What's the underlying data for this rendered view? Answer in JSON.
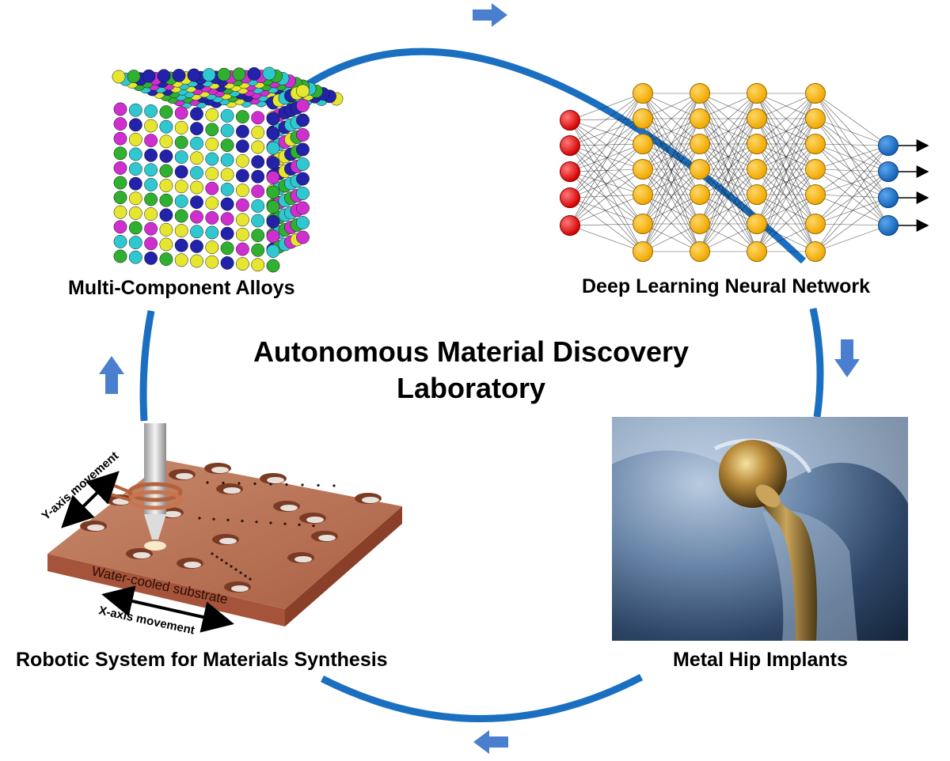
{
  "diagram": {
    "title_line1": "Autonomous Material Discovery",
    "title_line2": "Laboratory",
    "nodes": {
      "alloys": "Multi-Component Alloys",
      "neural_network": "Deep Learning Neural Network",
      "hip_implants": "Metal Hip Implants",
      "robotic_system": "Robotic System for Materials Synthesis"
    },
    "robot_annotations": {
      "y_axis": "Y-axis movement",
      "x_axis": "X-axis movement",
      "substrate": "Water-cooled substrate"
    },
    "colors": {
      "cycle_arc": "#1b6fc1",
      "arrow": "#4a7fd0",
      "input_node": "#e01010",
      "hidden_node": "#f7b515",
      "output_node": "#1a75cf",
      "substrate": "#c77c5b"
    },
    "atom_colors": [
      "#2222aa",
      "#e6e630",
      "#30c8d0",
      "#d02fd0",
      "#30b030"
    ],
    "arrow_icons": [
      "right-arrow-icon",
      "down-arrow-icon",
      "left-arrow-icon",
      "up-arrow-icon"
    ]
  }
}
